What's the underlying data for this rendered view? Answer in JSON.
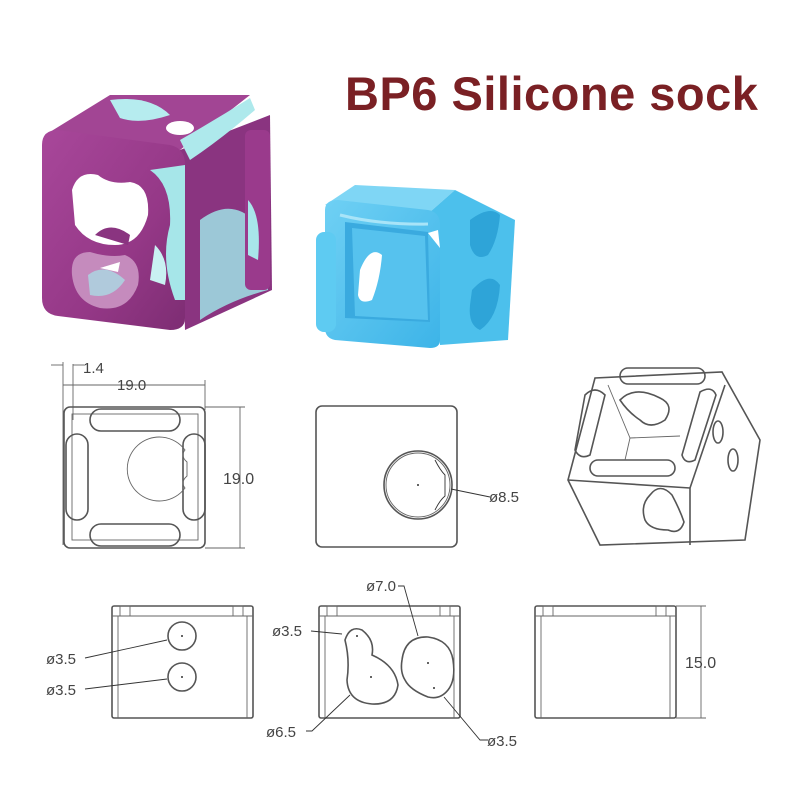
{
  "title": "BP6 Silicone sock",
  "colors": {
    "title": "#7a2024",
    "sock_purple": "#9a3a8c",
    "sock_marble_cyan": "#8fe0e4",
    "sock_blue": "#4fc3ee",
    "drawing_lines": "#555555"
  },
  "photos": [
    {
      "name": "purple-cyan-marbled-sock",
      "color": "purple/cyan marble"
    },
    {
      "name": "blue-sock",
      "color": "light blue"
    }
  ],
  "drawings": {
    "top_view": {
      "wall_thickness": "1.4",
      "width": "19.0",
      "height": "19.0"
    },
    "front_view": {
      "hole_diameter": "ø8.5"
    },
    "side_view_left": {
      "hole_top": "ø3.5",
      "hole_bottom": "ø3.5"
    },
    "side_view_middle": {
      "large_hole": "ø7.0",
      "small_hole_top": "ø3.5",
      "pear_hole": "ø6.5",
      "small_hole_bottom": "ø3.5"
    },
    "side_view_right": {
      "height": "15.0"
    },
    "isometric_view": {
      "label": "isometric drawing"
    }
  }
}
